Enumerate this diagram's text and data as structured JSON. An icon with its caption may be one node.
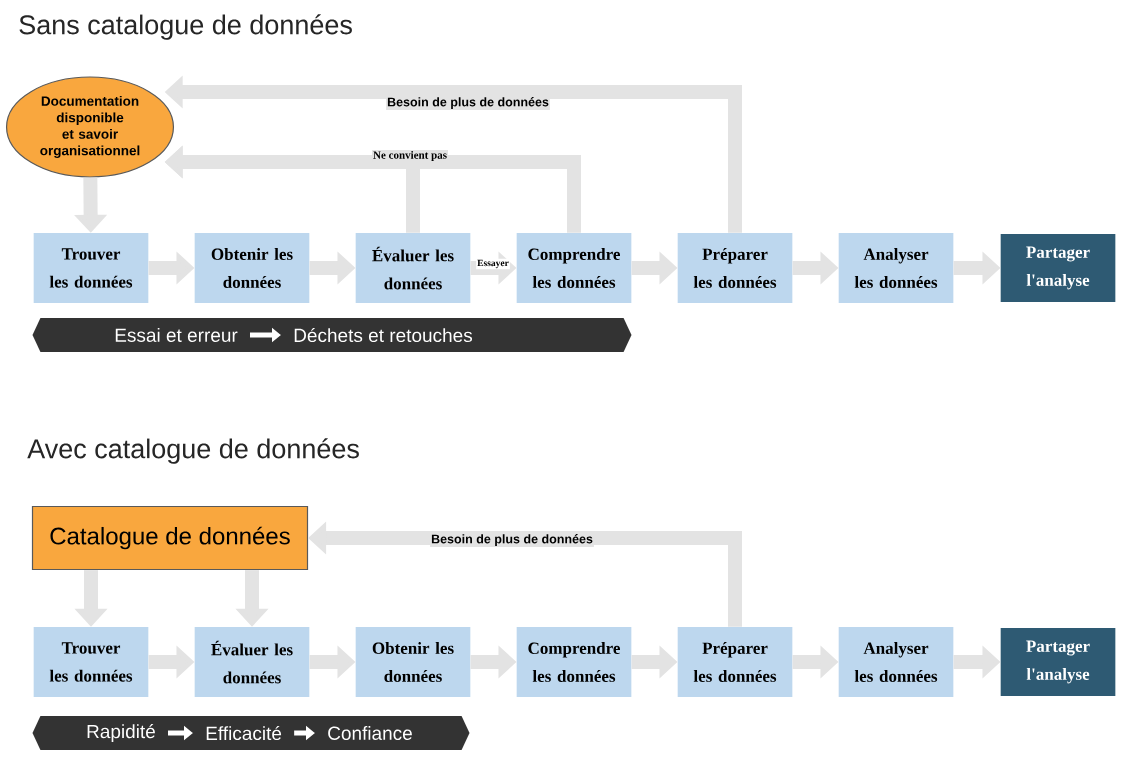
{
  "diagram": {
    "nodes": [
      {
        "text": [
          "Documentation disponible et savoir organisationnel"
        ]
      },
      {
        "text": [
          "Trouver les données"
        ]
      },
      {
        "text": [
          "Obtenir les données"
        ]
      },
      {
        "text": [
          "Évaluer les données"
        ]
      },
      {
        "text": [
          "Comprendre les données"
        ]
      },
      {
        "text": [
          "Préparer les données"
        ]
      },
      {
        "text": [
          "Analyser les données"
        ]
      },
      {
        "text": [
          "Partager l'analyse"
        ]
      },
      {
        "text": [],
        "shape": "bar"
      },
      {
        "text": [
          "Essai et erreur"
        ],
        "in": 8
      },
      {
        "text": [
          "Déchets et retouches"
        ],
        "in": 8
      },
      {
        "text": [
          "Catalogue de données"
        ]
      },
      {
        "text": [
          "Trouver les données"
        ]
      },
      {
        "text": [
          "Évaluer les données"
        ]
      },
      {
        "text": [
          "Obtenir les données"
        ]
      },
      {
        "text": [
          "Comprendre les données"
        ]
      },
      {
        "text": [
          "Préparer les données"
        ]
      },
      {
        "text": [
          "Analyser les données"
        ]
      },
      {
        "text": [
          "Partager l'analyse"
        ]
      },
      {
        "text": [],
        "shape": "bar"
      },
      {
        "text": [
          "Rapidité"
        ],
        "in": 19
      },
      {
        "text": [
          "Efficacité"
        ],
        "in": 19
      },
      {
        "text": [
          "Confiance"
        ],
        "in": 19
      }
    ],
    "edges": [
      {
        "from": 0,
        "to": 1,
        "arrow": "to"
      },
      {
        "from": 1,
        "to": 2,
        "arrow": "to"
      },
      {
        "from": 2,
        "to": 3,
        "arrow": "to"
      },
      {
        "from": 3,
        "to": 4,
        "arrow": "to",
        "label": "Essayer"
      },
      {
        "from": 4,
        "to": 5,
        "arrow": "to"
      },
      {
        "from": 5,
        "to": 6,
        "arrow": "to"
      },
      {
        "from": 6,
        "to": 7,
        "arrow": "to"
      },
      {
        "from": 5,
        "to": 0,
        "arrow": "to",
        "label": "Besoin de plus de données"
      },
      {
        "from": 3,
        "to": 0,
        "arrow": "to",
        "label": "Ne convient pas"
      },
      {
        "from": 4,
        "to": 0,
        "arrow": "to"
      },
      {
        "from": 9,
        "to": 10,
        "arrow": "to",
        "color": "#ffffff"
      },
      {
        "from": 11,
        "to": 12,
        "arrow": "to"
      },
      {
        "from": 11,
        "to": 13,
        "arrow": "to"
      },
      {
        "from": 12,
        "to": 13,
        "arrow": "to"
      },
      {
        "from": 13,
        "to": 14,
        "arrow": "to"
      },
      {
        "from": 14,
        "to": 15,
        "arrow": "to"
      },
      {
        "from": 15,
        "to": 16,
        "arrow": "to"
      },
      {
        "from": 16,
        "to": 17,
        "arrow": "to"
      },
      {
        "from": 17,
        "to": 18,
        "arrow": "to"
      },
      {
        "from": 16,
        "to": 11,
        "arrow": "to",
        "label": "Besoin de plus de données"
      },
      {
        "from": 20,
        "to": 21,
        "arrow": "to",
        "color": "#ffffff"
      },
      {
        "from": 21,
        "to": 22,
        "arrow": "to",
        "color": "#ffffff"
      }
    ],
    "labels": [
      "Sans catalogue de données",
      "Avec catalogue de données"
    ]
  }
}
